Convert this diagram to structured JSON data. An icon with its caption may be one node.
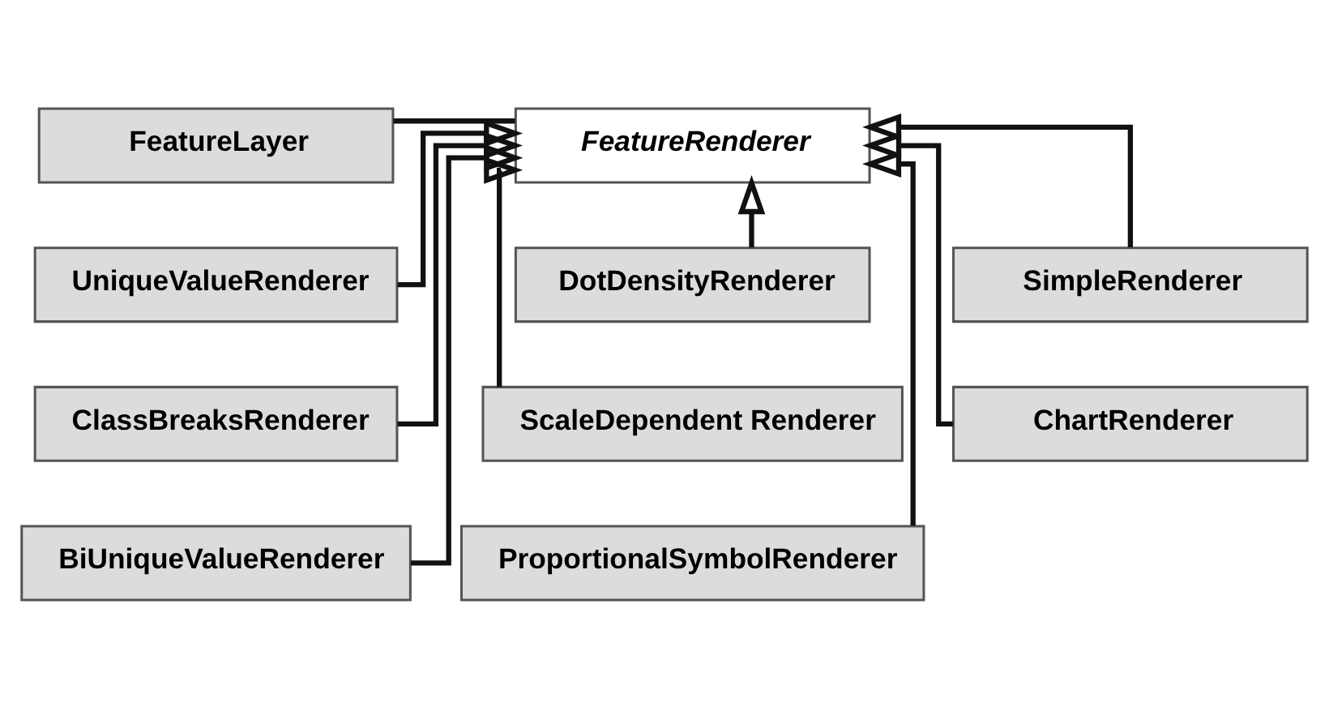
{
  "diagram": {
    "nodes": [
      {
        "text": [
          "FeatureLayer"
        ]
      },
      {
        "text": [
          "FeatureRenderer"
        ]
      },
      {
        "text": [
          "UniqueValueRenderer"
        ]
      },
      {
        "text": [
          "DotDensityRenderer"
        ]
      },
      {
        "text": [
          "SimpleRenderer"
        ]
      },
      {
        "text": [
          "ClassBreaksRenderer"
        ]
      },
      {
        "text": [
          "ScaleDependent Renderer"
        ]
      },
      {
        "text": [
          "ChartRenderer"
        ]
      },
      {
        "text": [
          "BiUniqueValueRenderer"
        ]
      },
      {
        "text": [
          "ProportionalSymbolRenderer"
        ]
      }
    ],
    "edges": [
      {
        "from": 0,
        "to": 1,
        "arrow": "none"
      },
      {
        "from": 2,
        "to": 1,
        "arrow": "to"
      },
      {
        "from": 5,
        "to": 1,
        "arrow": "to"
      },
      {
        "from": 8,
        "to": 1,
        "arrow": "to"
      },
      {
        "from": 3,
        "to": 1,
        "arrow": "to"
      },
      {
        "from": 6,
        "to": 1,
        "arrow": "to"
      },
      {
        "from": 9,
        "to": 1,
        "arrow": "to"
      },
      {
        "from": 4,
        "to": 1,
        "arrow": "to"
      },
      {
        "from": 7,
        "to": 1,
        "arrow": "to"
      }
    ]
  }
}
